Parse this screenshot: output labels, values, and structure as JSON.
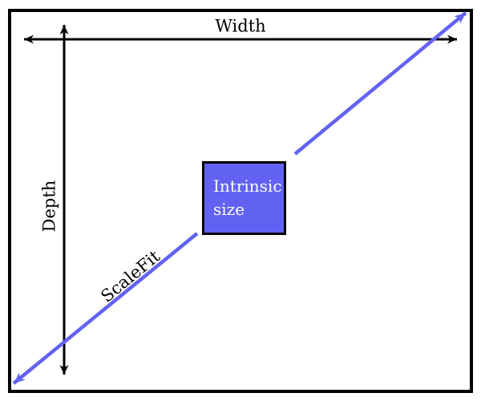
{
  "diagram": {
    "width_label": "Width",
    "depth_label": "Depth",
    "scalefit_label": "ScaleFit",
    "intrinsic_label": "Intrinsic size"
  },
  "colors": {
    "accent": "#6262f2",
    "line": "#000000",
    "background": "#ffffff",
    "box_fill": "#6262f2",
    "box_text": "#ffffff"
  }
}
